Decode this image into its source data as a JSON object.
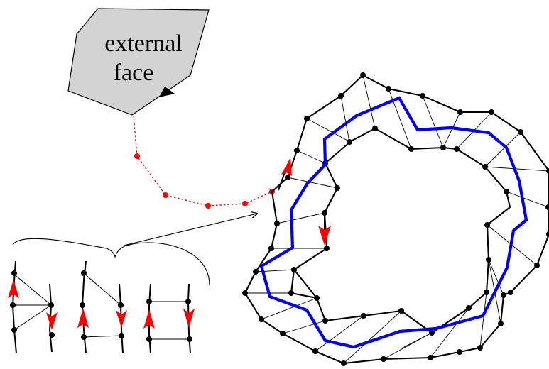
{
  "external_face": {
    "line1": "external",
    "line2": "face",
    "fill": "#d3d3d3"
  },
  "colors": {
    "dual_cycle": "#0000ff",
    "path": "#ff0000",
    "edges": "#000000",
    "arrows": "#ff0000"
  },
  "icons": {
    "arrow": "red-arrowhead",
    "face_pointer": "black-arrowhead"
  }
}
